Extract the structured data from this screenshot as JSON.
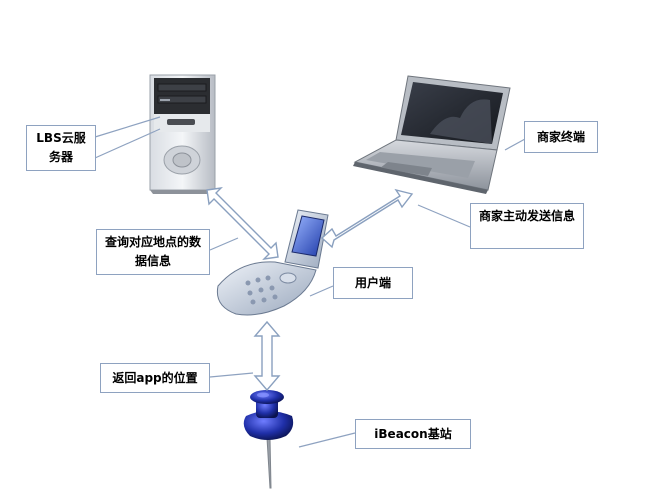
{
  "labels": {
    "lbs_server": "LBS云服务器",
    "merchant_terminal": "商家终端",
    "merchant_push": "商家主动发送信息",
    "query": "查询对应地点的数据信息",
    "user_end": "用户端",
    "return_pos": "返回app的位置",
    "ibeacon": "iBeacon基站"
  },
  "colors": {
    "callout_border": "#8ea2c0",
    "arrow_fill": "#ffffff",
    "arrow_stroke": "#8aa0bf",
    "pin_blue": "#1f2fa8"
  },
  "icons": [
    "server-tower-icon",
    "laptop-icon",
    "flip-phone-icon",
    "push-pin-icon"
  ]
}
